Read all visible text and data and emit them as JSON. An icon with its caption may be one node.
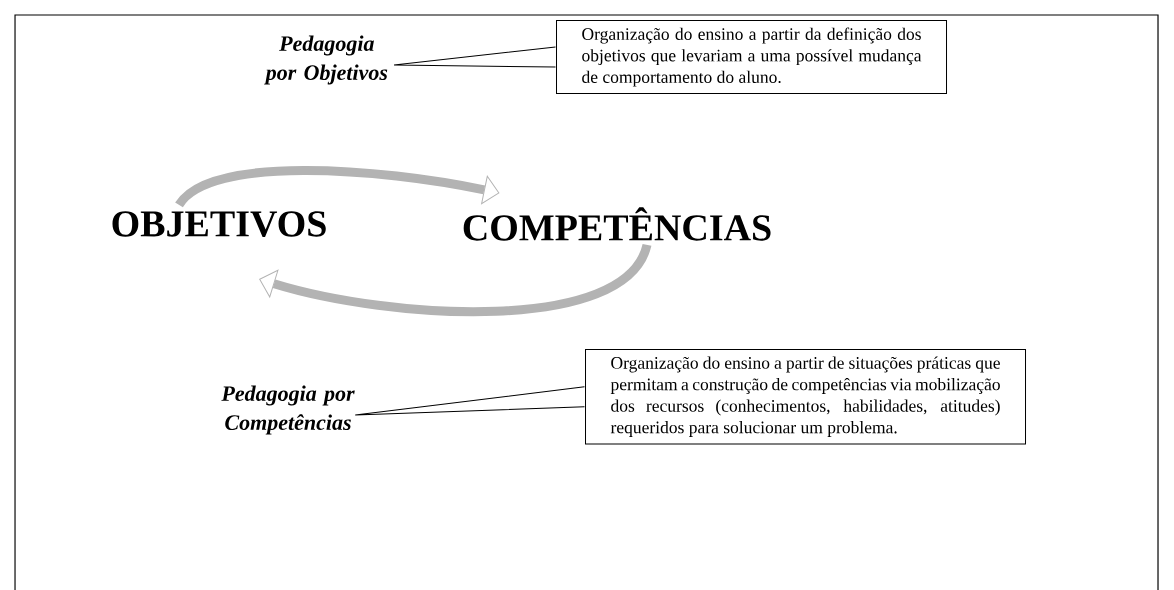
{
  "diagram": {
    "nodes": [
      {
        "text": [
          "OBJETIVOS"
        ]
      },
      {
        "text": [
          "COMPETÊNCIAS"
        ]
      },
      {
        "text": [
          "Organização do ensino a partir da definição dos objetivos que levariam a uma possível mudança de comportamento do aluno."
        ]
      },
      {
        "text": [
          "Pedagogia por Objetivos"
        ]
      },
      {
        "text": [
          "Organização do ensino a partir de situações práticas que permitam a construção de competências via mobilização dos recursos (conhecimentos, habilidades, atitudes) requeridos para solucionar um problema."
        ]
      },
      {
        "text": [
          "Pedagogia por Competências"
        ]
      }
    ],
    "edges": [
      {
        "from": 0,
        "to": 1,
        "arrow": "to",
        "style": "thick",
        "color": "#b3b3b3"
      },
      {
        "from": 1,
        "to": 0,
        "arrow": "to",
        "style": "thick",
        "color": "#b3b3b3"
      },
      {
        "from": 2,
        "to": 3,
        "arrow": "none",
        "color": "#000000"
      },
      {
        "from": 4,
        "to": 5,
        "arrow": "none",
        "color": "#000000"
      }
    ]
  }
}
